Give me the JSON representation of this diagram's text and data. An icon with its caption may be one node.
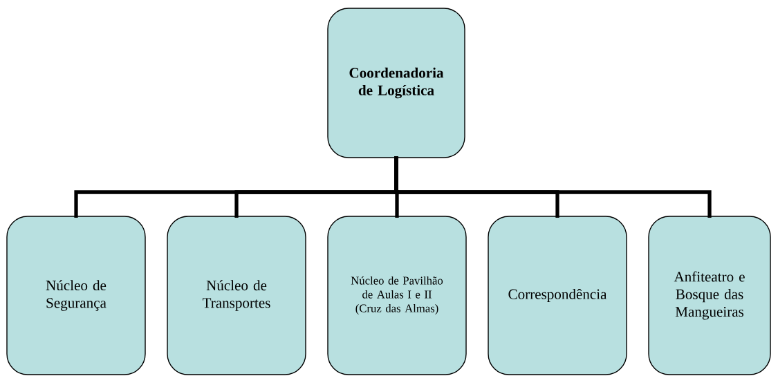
{
  "diagram": {
    "nodes": [
      {
        "text": [
          "**Coordenadoria de Logística**"
        ]
      },
      {
        "text": [
          "Núcleo de Segurança"
        ]
      },
      {
        "text": [
          "Núcleo de Transportes"
        ]
      },
      {
        "text": [
          "Núcleo de Pavilhão de Aulas I e II (Cruz das Almas)"
        ]
      },
      {
        "text": [
          "Correspondência"
        ]
      },
      {
        "text": [
          "Anfiteatro e Bosque das Mangueiras"
        ]
      }
    ],
    "edges": [
      {
        "from": 0,
        "to": 1,
        "arrow": "none"
      },
      {
        "from": 0,
        "to": 2,
        "arrow": "none"
      },
      {
        "from": 0,
        "to": 3,
        "arrow": "none"
      },
      {
        "from": 0,
        "to": 4,
        "arrow": "none"
      },
      {
        "from": 0,
        "to": 5,
        "arrow": "none"
      }
    ]
  }
}
